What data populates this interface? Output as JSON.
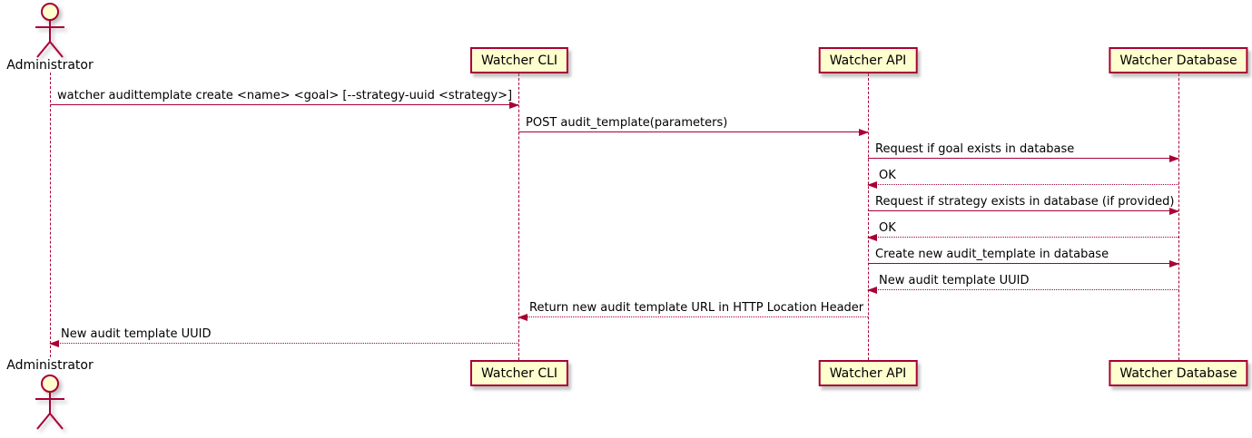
{
  "diagram": {
    "type": "sequence",
    "colors": {
      "line": "#A80036",
      "participant_fill": "#FEFECE",
      "text": "#000000",
      "background": "#FFFFFF"
    },
    "participants": [
      {
        "id": "administrator",
        "label": "Administrator",
        "kind": "actor"
      },
      {
        "id": "watcher-cli",
        "label": "Watcher CLI",
        "kind": "participant"
      },
      {
        "id": "watcher-api",
        "label": "Watcher API",
        "kind": "participant"
      },
      {
        "id": "watcher-database",
        "label": "Watcher Database",
        "kind": "participant"
      }
    ],
    "messages": [
      {
        "from": "Administrator",
        "to": "Watcher CLI",
        "style": "solid",
        "label": "watcher audittemplate create <name> <goal> [--strategy-uuid <strategy>]"
      },
      {
        "from": "Watcher CLI",
        "to": "Watcher API",
        "style": "solid",
        "label": "POST audit_template(parameters)"
      },
      {
        "from": "Watcher API",
        "to": "Watcher Database",
        "style": "solid",
        "label": "Request if goal exists in database"
      },
      {
        "from": "Watcher Database",
        "to": "Watcher API",
        "style": "dotted",
        "label": "OK"
      },
      {
        "from": "Watcher API",
        "to": "Watcher Database",
        "style": "solid",
        "label": "Request if strategy exists in database (if provided)"
      },
      {
        "from": "Watcher Database",
        "to": "Watcher API",
        "style": "dotted",
        "label": "OK"
      },
      {
        "from": "Watcher API",
        "to": "Watcher Database",
        "style": "solid",
        "label": "Create new audit_template in database"
      },
      {
        "from": "Watcher Database",
        "to": "Watcher API",
        "style": "dotted",
        "label": "New audit template UUID"
      },
      {
        "from": "Watcher API",
        "to": "Watcher CLI",
        "style": "dotted",
        "label": "Return new audit template URL in HTTP Location Header"
      },
      {
        "from": "Watcher CLI",
        "to": "Administrator",
        "style": "dotted",
        "label": "New audit template UUID"
      }
    ]
  }
}
